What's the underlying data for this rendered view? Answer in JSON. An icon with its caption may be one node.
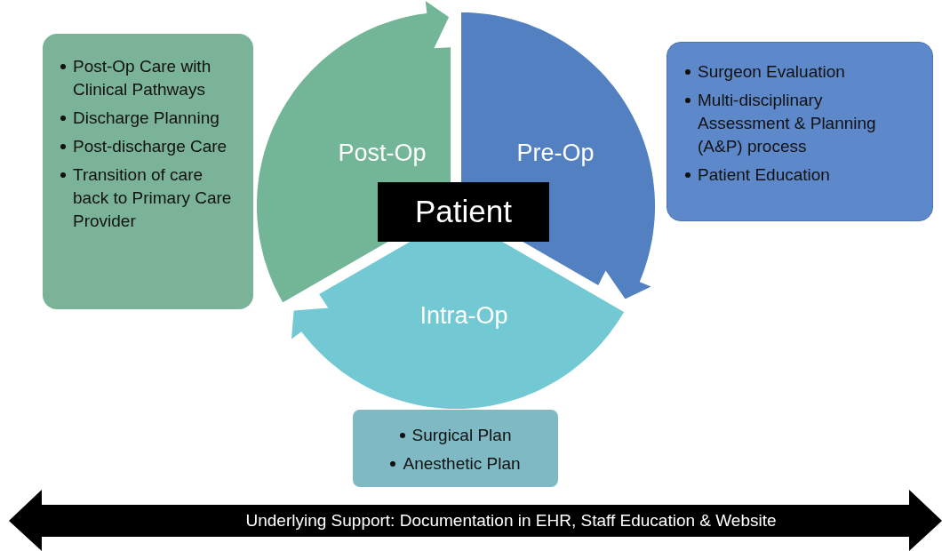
{
  "diagram": {
    "nodes": [
      {
        "text": [
          "Post-Op"
        ]
      },
      {
        "text": [
          "Pre-Op"
        ]
      },
      {
        "text": [
          "Intra-Op"
        ]
      },
      {
        "text": [
          "Patient"
        ]
      },
      {
        "text": [
          "Post-Op Care with Clinical Pathways",
          "Discharge Planning",
          "Post-discharge Care",
          "Transition of care back to Primary Care Provider"
        ]
      },
      {
        "text": [
          "Surgeon Evaluation",
          "Multi-disciplinary Assessment & Planning (A&P) process",
          "Patient Education"
        ]
      },
      {
        "text": [
          "Surgical Plan",
          "Anesthetic Plan"
        ]
      },
      {
        "text": [
          "Underlying Support: Documentation in EHR, Staff Education & Website"
        ]
      }
    ]
  }
}
